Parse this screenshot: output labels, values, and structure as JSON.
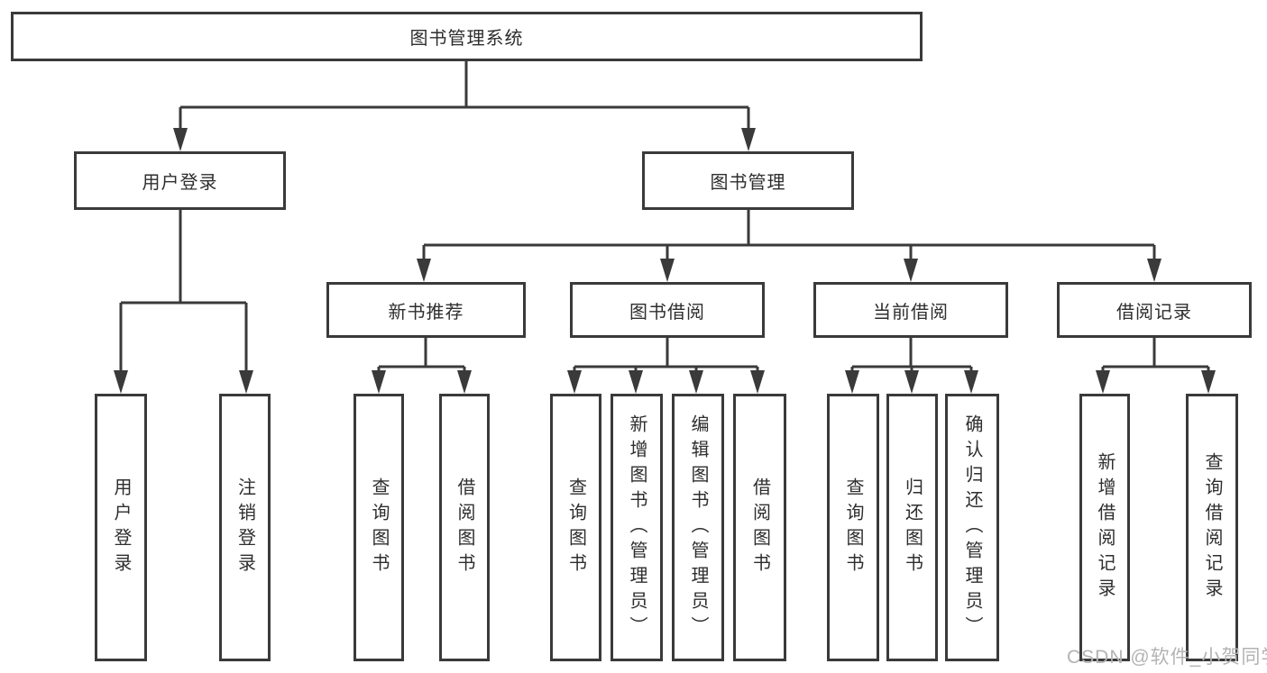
{
  "diagram": {
    "title": "图书管理系统",
    "branches": [
      {
        "label": "用户登录",
        "children": [
          "用户登录",
          "注销登录"
        ]
      },
      {
        "label": "图书管理",
        "children": [
          {
            "label": "新书推荐",
            "children": [
              "查询图书",
              "借阅图书"
            ]
          },
          {
            "label": "图书借阅",
            "children": [
              "查询图书",
              "新增图书（管理员）",
              "编辑图书（管理员）",
              "借阅图书"
            ]
          },
          {
            "label": "当前借阅",
            "children": [
              "查询图书",
              "归还图书",
              "确认归还（管理员）"
            ]
          },
          {
            "label": "借阅记录",
            "children": [
              "新增借阅记录",
              "查询借阅记录"
            ]
          }
        ]
      }
    ]
  },
  "watermark": {
    "text": "CSDN @软件_小贺同学"
  },
  "colors": {
    "line": "#3a3a3a",
    "box_border": "#3a3a3a",
    "text": "#2e2e2e",
    "watermark": "#b3b3b3",
    "background": "#ffffff"
  }
}
